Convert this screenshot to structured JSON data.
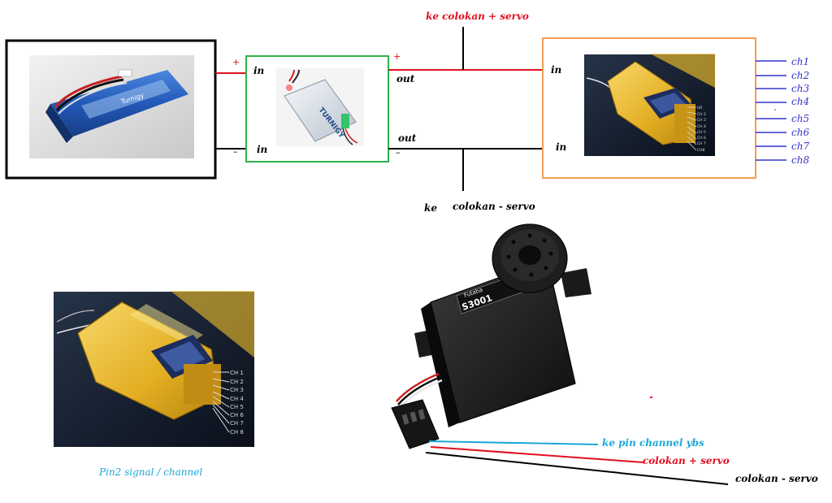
{
  "top_diagram": {
    "label_servo_plus": "ke colokan + servo",
    "label_servo_minus_ke": "ke",
    "label_servo_minus": "colokan - servo",
    "plus_sign": "+",
    "minus_sign": "–",
    "ubec_in_top": "in",
    "ubec_in_bottom": "in",
    "ubec_out_top": "out",
    "ubec_out_bottom": "out",
    "rx_in_top": "in",
    "rx_in_bottom": "in",
    "channels": [
      "ch1",
      "ch2",
      "ch3",
      "ch4",
      "ch5",
      "ch6",
      "ch7",
      "ch8"
    ],
    "ubec_brand": "TURNIGY",
    "battery_brand": "Turnigy"
  },
  "receiver_small": {
    "pins": [
      "UR",
      "CH 2",
      "CH 3",
      "CH 4",
      "CH 5",
      "CH 6",
      "CH 7",
      "CH8"
    ]
  },
  "receiver_large": {
    "pins": [
      "CH 1",
      "CH 2",
      "CH 3",
      "CH 4",
      "CH 5",
      "CH 6",
      "CH 7",
      "CH 8"
    ],
    "caption": "Pin2 signal / channel"
  },
  "servo": {
    "brand": "Futaba",
    "model": "S3001",
    "wire_signal_label": "ke pin channel ybs",
    "wire_plus_label": "colokan + servo",
    "wire_minus_label": "colokan - servo"
  },
  "colors": {
    "red_wire": "#e01020",
    "black_wire": "#000000",
    "channel_blue": "#3333cc",
    "signal_cyan": "#19a8d8",
    "battery_frame": "#000000",
    "ubec_frame": "#2db34a",
    "receiver_frame": "#f0a050"
  }
}
